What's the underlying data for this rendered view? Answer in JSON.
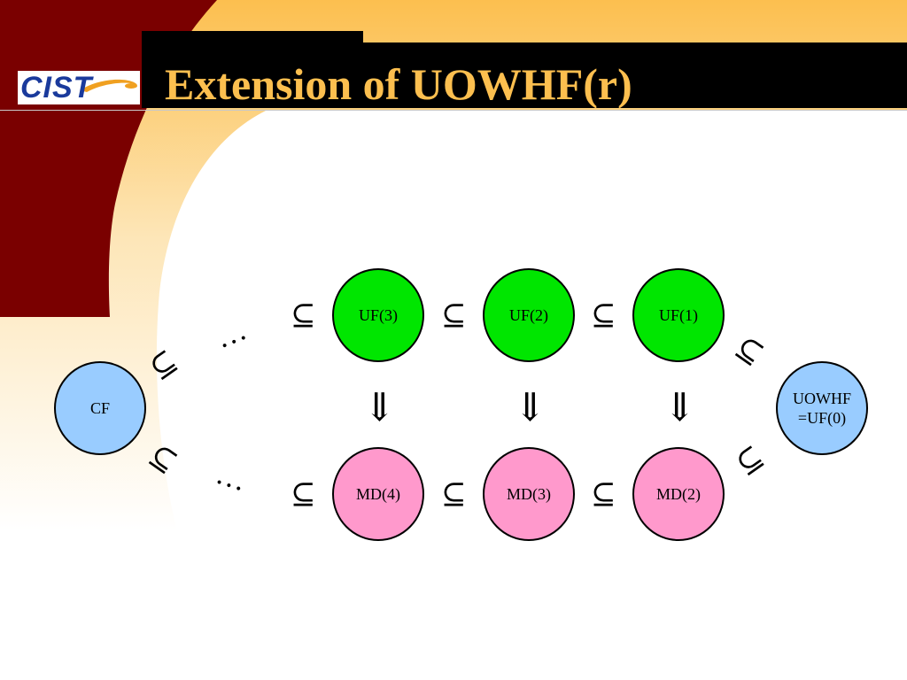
{
  "slide": {
    "title": "Extension of UOWHF(r)",
    "logo_text": "CIST"
  },
  "colors": {
    "dark_red": "#7a0000",
    "orange": "#fcbf4f",
    "title_text": "#fcbf4f",
    "logo_blue": "#1a3a9c",
    "uf_node": "#00e600",
    "md_node": "#ff99cc",
    "end_node": "#99ccff"
  },
  "diagram": {
    "nodes": {
      "cf": "CF",
      "uf3": "UF(3)",
      "uf2": "UF(2)",
      "uf1": "UF(1)",
      "uowhf_line1": "UOWHF",
      "uowhf_line2": "=UF(0)",
      "md4": "MD(4)",
      "md3": "MD(3)",
      "md2": "MD(2)"
    },
    "subset_symbol": "⊆",
    "implies_symbol": "⇓",
    "ellipsis": "…"
  }
}
